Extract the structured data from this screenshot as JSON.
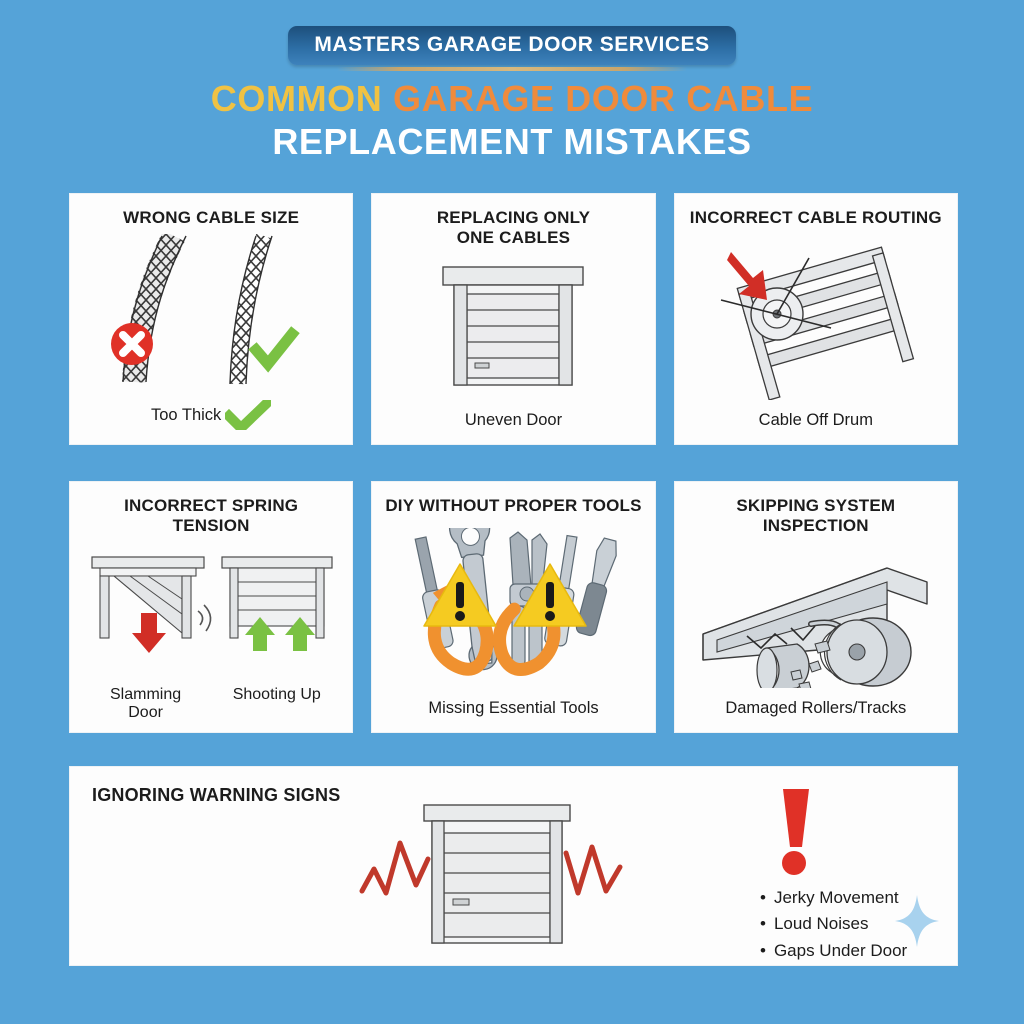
{
  "header": {
    "badge_label": "MASTERS GARAGE DOOR SERVICES",
    "badge_bg_dark": "#1d4f7c",
    "badge_bg_light": "#3d82bc",
    "underline_color": "#c9a56b"
  },
  "title": {
    "word_common": "COMMON",
    "word_subject": "GARAGE DOOR CABLE",
    "line2": "REPLACEMENT MISTAKES",
    "color_common": "#f0c243",
    "color_subject": "#ef8b3c",
    "color_line2": "#ffffff"
  },
  "page": {
    "background_color": "#55a3d8",
    "card_background": "#fdfdfd",
    "accent_red": "#e03127",
    "accent_green": "#7ac143",
    "accent_orange": "#f0912f",
    "accent_yellow": "#f5cb21",
    "sparkle_color": "#a8d2ee"
  },
  "cards": [
    {
      "title": "WRONG CABLE SIZE",
      "caption": "Too Thick",
      "icons": [
        "red-x-icon",
        "green-check-icon",
        "green-check-icon"
      ],
      "art": "two-braided-cables"
    },
    {
      "title": "REPLACING ONLY\nONE CABLES",
      "title_line1": "REPLACING ONLY",
      "title_line2": "ONE CABLES",
      "caption": "Uneven Door",
      "art": "garage-door-uneven"
    },
    {
      "title": "INCORRECT CABLE ROUTING",
      "caption": "Cable Off Drum",
      "art": "cable-drum-assembly",
      "icons": [
        "red-arrow-icon"
      ]
    },
    {
      "title_line1": "INCORRECT SPRING",
      "title_line2": "TENSION",
      "caption_left": "Slamming\nDoor",
      "caption_left_l1": "Slamming",
      "caption_left_l2": "Door",
      "caption_right": "Shooting Up",
      "art": "two-garage-doors-springs",
      "icons": [
        "red-down-arrow-icon",
        "green-up-arrow-icon",
        "green-up-arrow-icon"
      ]
    },
    {
      "title": "DIY WITHOUT PROPER TOOLS",
      "caption": "Missing Essential Tools",
      "art": "tools-with-warning-triangles",
      "icons": [
        "warning-triangle-icon",
        "warning-triangle-icon"
      ]
    },
    {
      "title_line1": "SKIPPING SYSTEM",
      "title_line2": "INSPECTION",
      "caption": "Damaged Rollers/Tracks",
      "art": "broken-track-and-roller"
    }
  ],
  "banner": {
    "title": "IGNORING WARNING SIGNS",
    "art": "garage-door-with-red-zigzag",
    "exclamation_icon": "red-exclamation-icon",
    "bullets": [
      "Jerky Movement",
      "Loud Noises",
      "Gaps Under Door"
    ]
  }
}
